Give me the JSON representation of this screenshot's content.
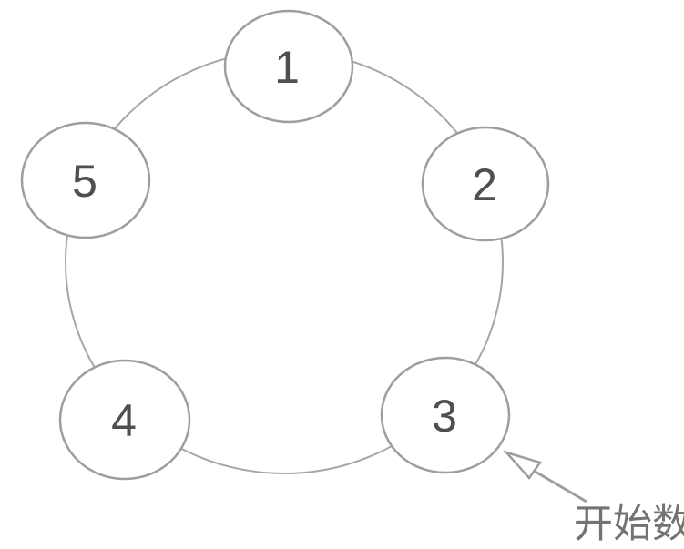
{
  "figure": {
    "title": "counting-circle-diagram",
    "nodes": [
      {
        "label": "1"
      },
      {
        "label": "2"
      },
      {
        "label": "3"
      },
      {
        "label": "4"
      },
      {
        "label": "5"
      }
    ],
    "annotation": {
      "label": "开始数",
      "points_to_node": "3"
    }
  },
  "colors": {
    "background": "#ffffff",
    "ring": "#a6a6a6",
    "stroke": "#9e9e9e",
    "number": "#4f4f4f",
    "annotation": "#737373"
  }
}
